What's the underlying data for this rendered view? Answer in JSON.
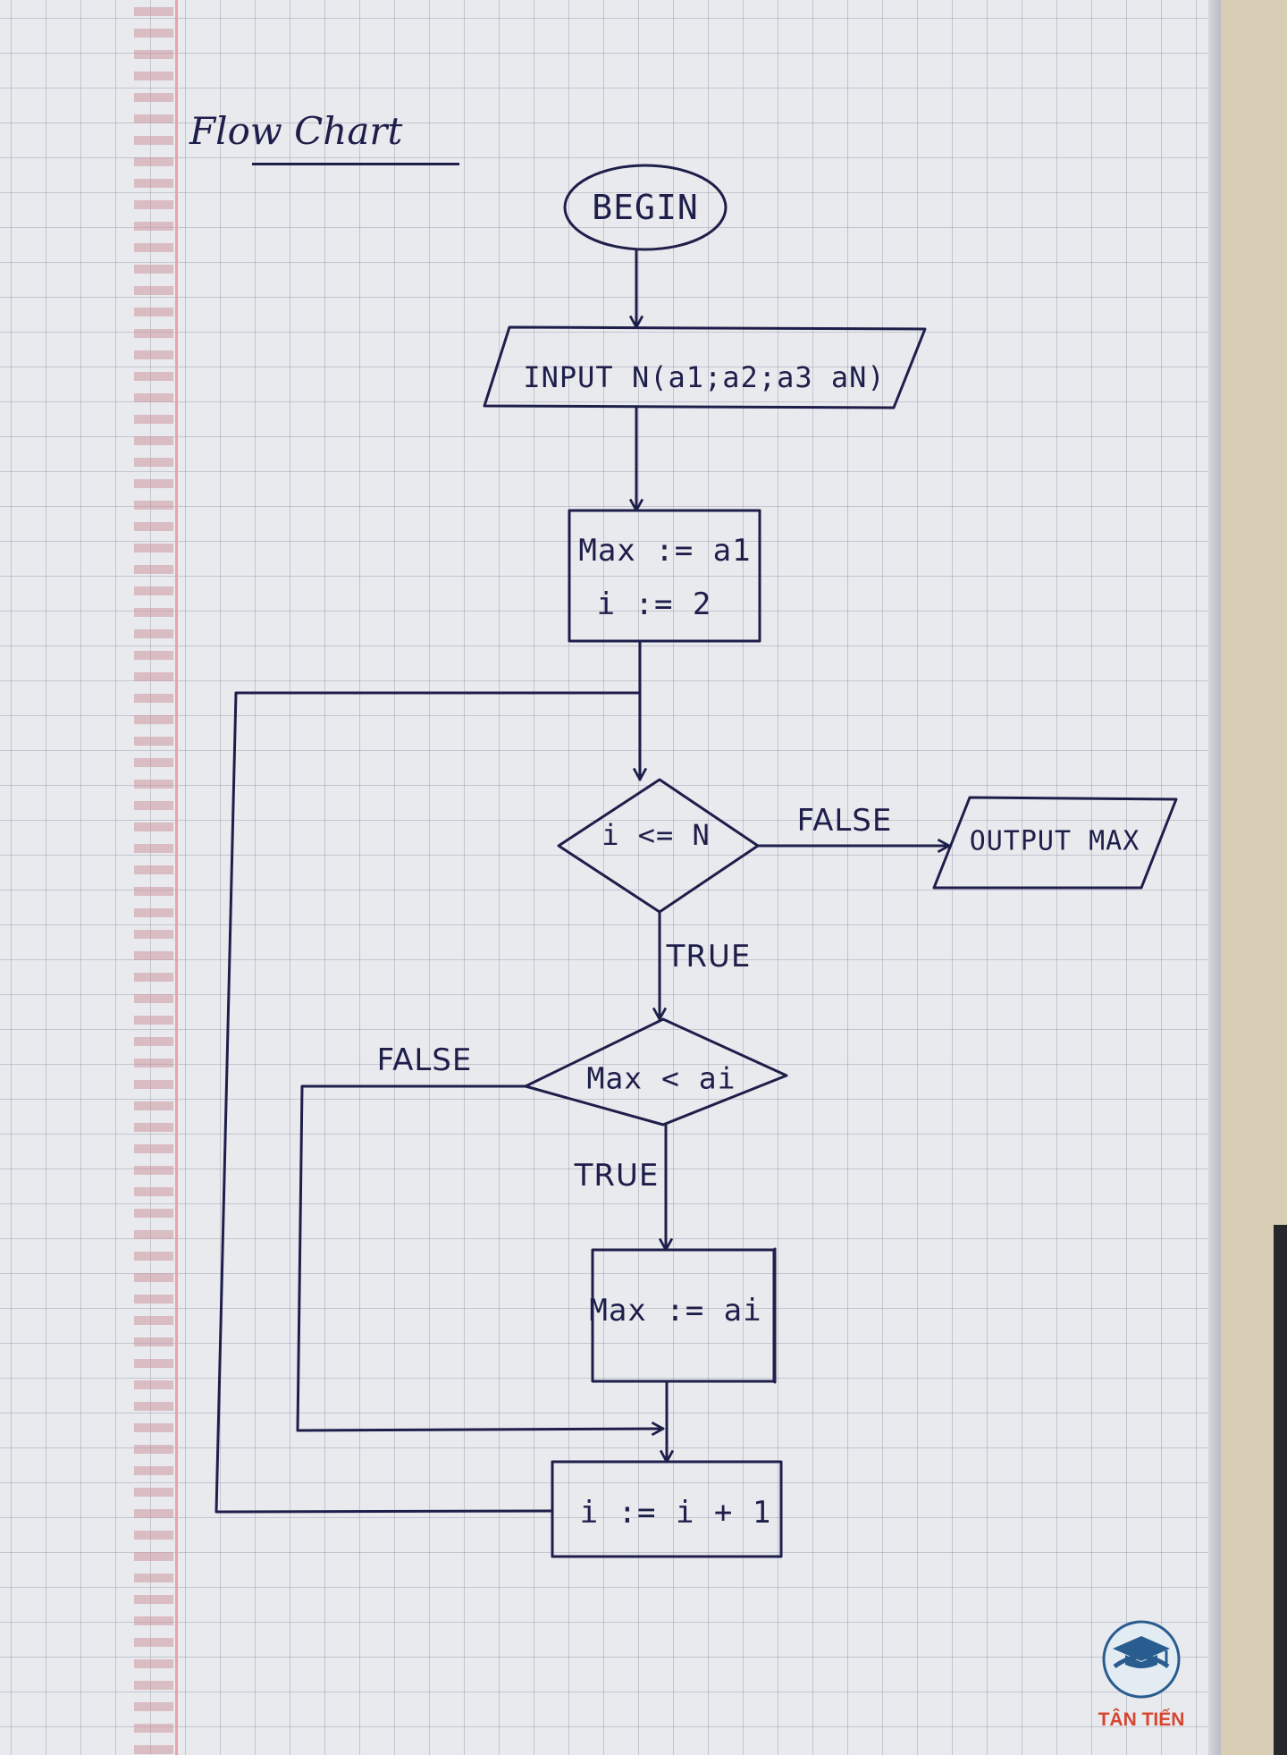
{
  "title": "Flow Chart",
  "nodes": {
    "begin": "BEGIN",
    "input": "INPUT N(a1;a2;a3  aN)",
    "init_max": "Max := a1",
    "init_i": "i := 2",
    "cond_loop": "i <= N",
    "output": "OUTPUT MAX",
    "cond_max": "Max < ai",
    "assign": "Max := ai",
    "increment": "i := i + 1"
  },
  "edge_labels": {
    "loop_false": "FALSE",
    "loop_true": "TRUE",
    "max_false": "FALSE",
    "max_true": "TRUE"
  },
  "logo": {
    "name": "TÂN TIẾN"
  },
  "colors": {
    "ink": "#1d1f4a",
    "paper": "#e9eaee",
    "margin": "#e9a3ab",
    "logo_accent": "#d6452f",
    "logo_blue": "#2a5d8f"
  }
}
